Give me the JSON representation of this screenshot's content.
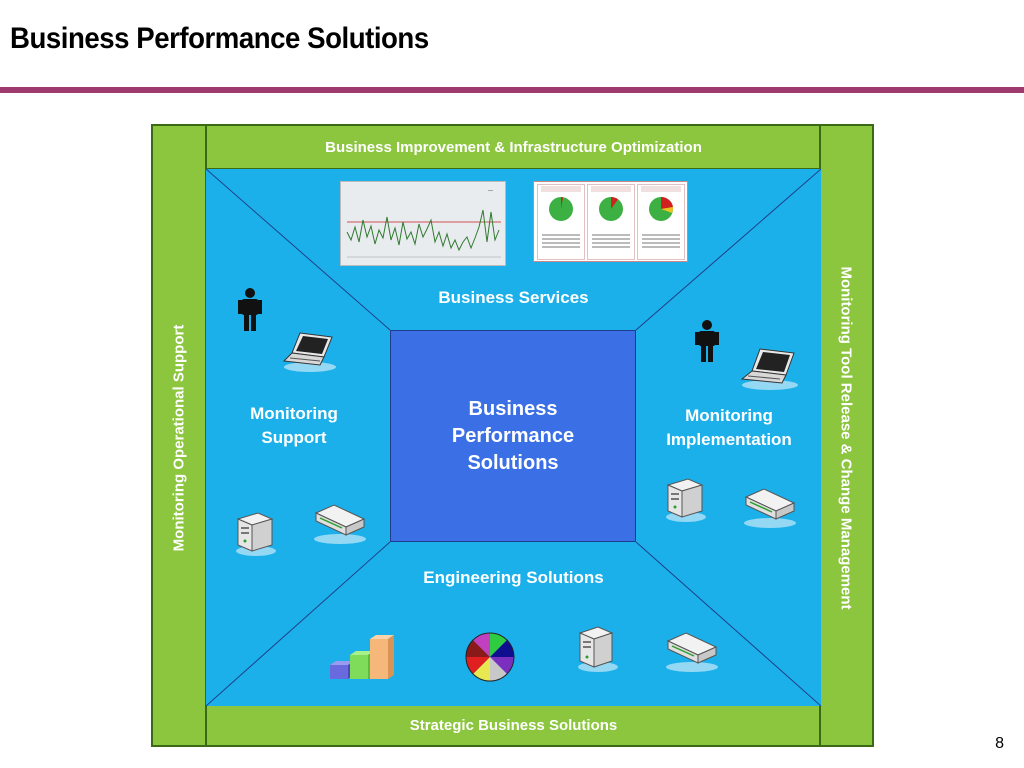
{
  "slide": {
    "title": "Business Performance Solutions",
    "page_number": "8",
    "accent_color": "#9e3a6e"
  },
  "diagram": {
    "top_band": "Business Improvement & Infrastructure Optimization",
    "bottom_band": "Strategic Business Solutions",
    "left_band": "Monitoring Operational Support",
    "right_band": "Monitoring Tool Release & Change Management",
    "center": "Business\nPerformance\nSolutions",
    "top_zone": "Business Services",
    "left_zone": "Monitoring\nSupport",
    "right_zone": "Monitoring\nImplementation",
    "bottom_zone": "Engineering Solutions",
    "colors": {
      "band_green": "#8cc63f",
      "inner_blue": "#1cb0ea",
      "center_blue": "#3a6fe6"
    },
    "icons": [
      "line-chart-thumbnail",
      "forecast-pie-thumbnail",
      "person-icon",
      "laptop-icon",
      "server-icon",
      "network-switch-icon",
      "bar-chart-3d-icon",
      "pie-chart-icon"
    ]
  }
}
